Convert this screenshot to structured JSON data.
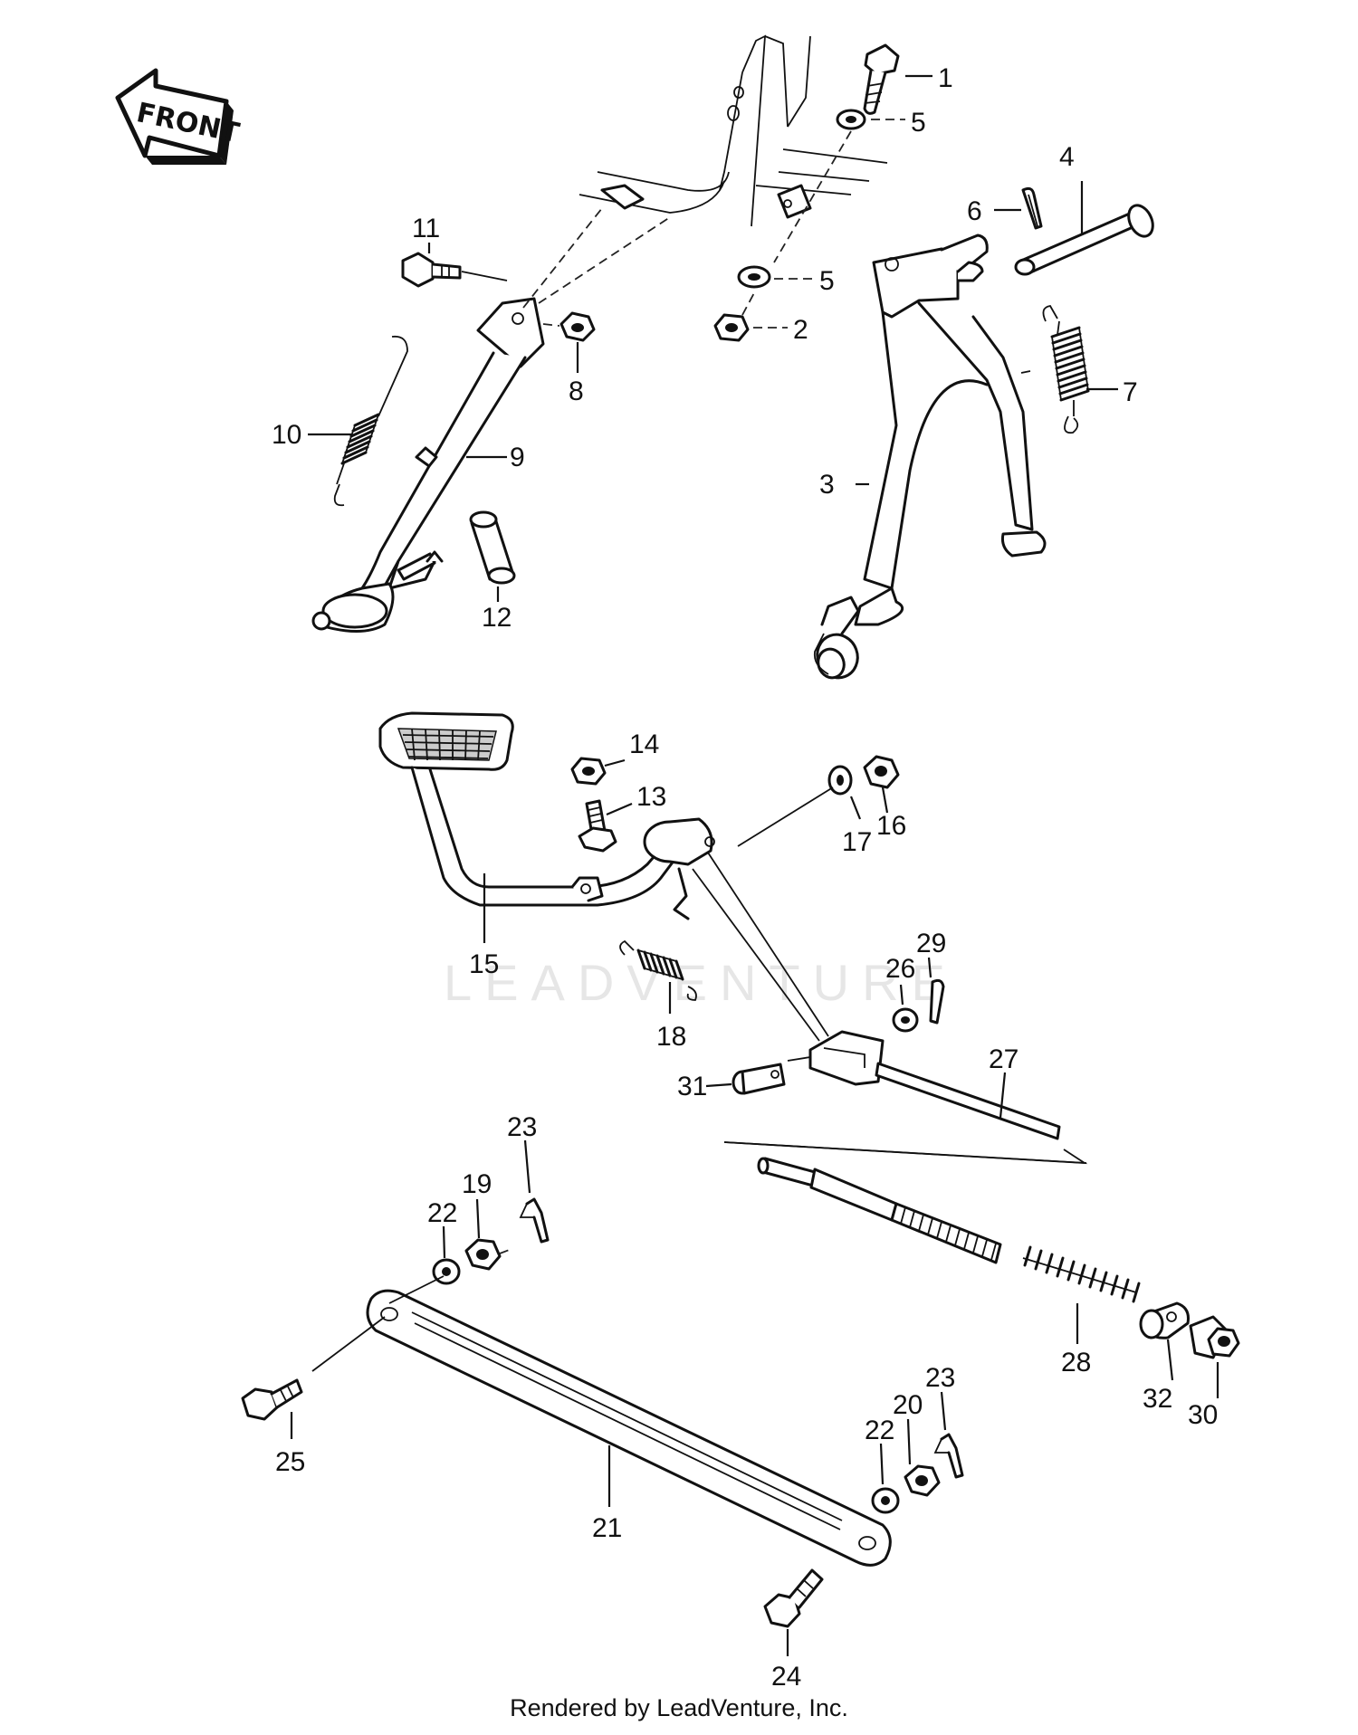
{
  "front_label": "FRONT",
  "watermark": "LEADVENTURE",
  "footer": "Rendered by LeadVenture, Inc.",
  "callouts": [
    "1",
    "2",
    "3",
    "4",
    "5",
    "5",
    "6",
    "7",
    "8",
    "9",
    "10",
    "11",
    "12",
    "13",
    "14",
    "15",
    "16",
    "17",
    "18",
    "19",
    "20",
    "21",
    "22",
    "22",
    "23",
    "23",
    "24",
    "25",
    "26",
    "27",
    "28",
    "29",
    "30",
    "31",
    "32"
  ],
  "colors": {
    "ink": "#111111",
    "background": "#ffffff",
    "watermark": "#e6e6e6"
  }
}
